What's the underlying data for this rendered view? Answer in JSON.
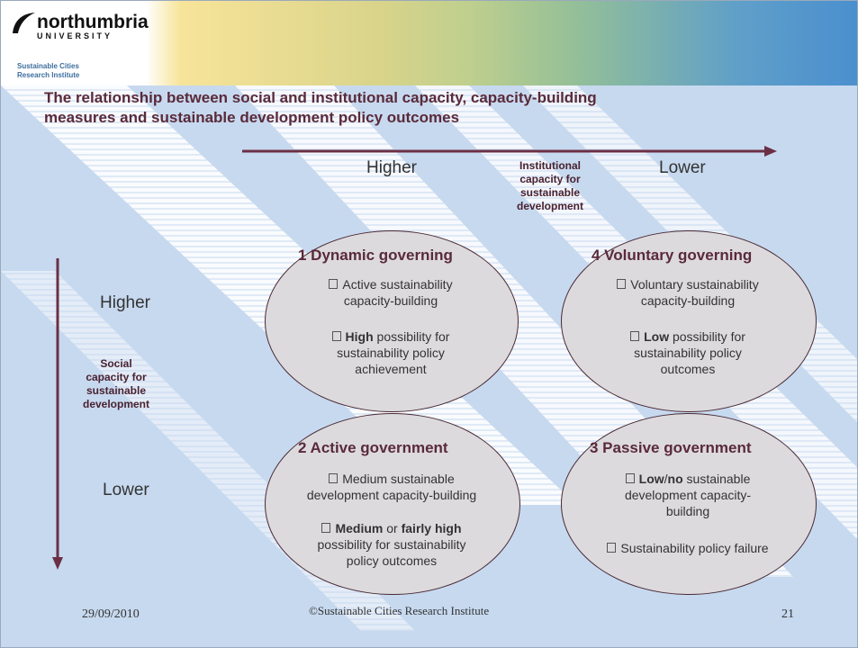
{
  "logo": {
    "name": "northumbria",
    "university": "UNIVERSITY",
    "institute_line1": "Sustainable Cities",
    "institute_line2": "Research Institute"
  },
  "title_line1": "The relationship between social and institutional capacity, capacity-building",
  "title_line2": "measures and sustainable development policy outcomes",
  "horizontal_axis": {
    "higher": "Higher",
    "lower": "Lower",
    "label_lines": [
      "Institutional",
      "capacity for",
      "sustainable",
      "development"
    ]
  },
  "vertical_axis": {
    "higher": "Higher",
    "lower": "Lower",
    "label_lines": [
      "Social",
      "capacity for",
      "sustainable",
      "development"
    ]
  },
  "quadrants": {
    "q1": {
      "heading": "1 Dynamic governing",
      "p1_lines": [
        "Active sustainability",
        "capacity-building"
      ],
      "p2_bold": "High",
      "p2_rest": " possibility for",
      "p2_lines": [
        "sustainability policy",
        "achievement"
      ]
    },
    "q4": {
      "heading": "4 Voluntary governing",
      "p1_lines": [
        "Voluntary sustainability",
        "capacity-building"
      ],
      "p2_bold": "Low",
      "p2_rest": " possibility for",
      "p2_lines": [
        "sustainability policy",
        "outcomes"
      ]
    },
    "q2": {
      "heading": "2 Active government",
      "p1_lines": [
        "Medium sustainable",
        "development capacity-building"
      ],
      "p2_bold1": "Medium",
      "p2_mid": " or ",
      "p2_bold2": "fairly high",
      "p2_lines": [
        "possibility for sustainability",
        "policy outcomes"
      ]
    },
    "q3": {
      "heading": "3 Passive government",
      "p1_bold1": "Low",
      "p1_mid": "/",
      "p1_bold2": "no",
      "p1_rest": " sustainable",
      "p1_lines": [
        "development capacity-",
        "building"
      ],
      "p2_line": "Sustainability policy failure"
    }
  },
  "footer": {
    "date": "29/09/2010",
    "copyright": "©Sustainable Cities Research Institute",
    "page": "21"
  },
  "colors": {
    "accent": "#6b2f45",
    "background": "#c7d9ef",
    "ellipse_fill": "#dcdadd"
  }
}
